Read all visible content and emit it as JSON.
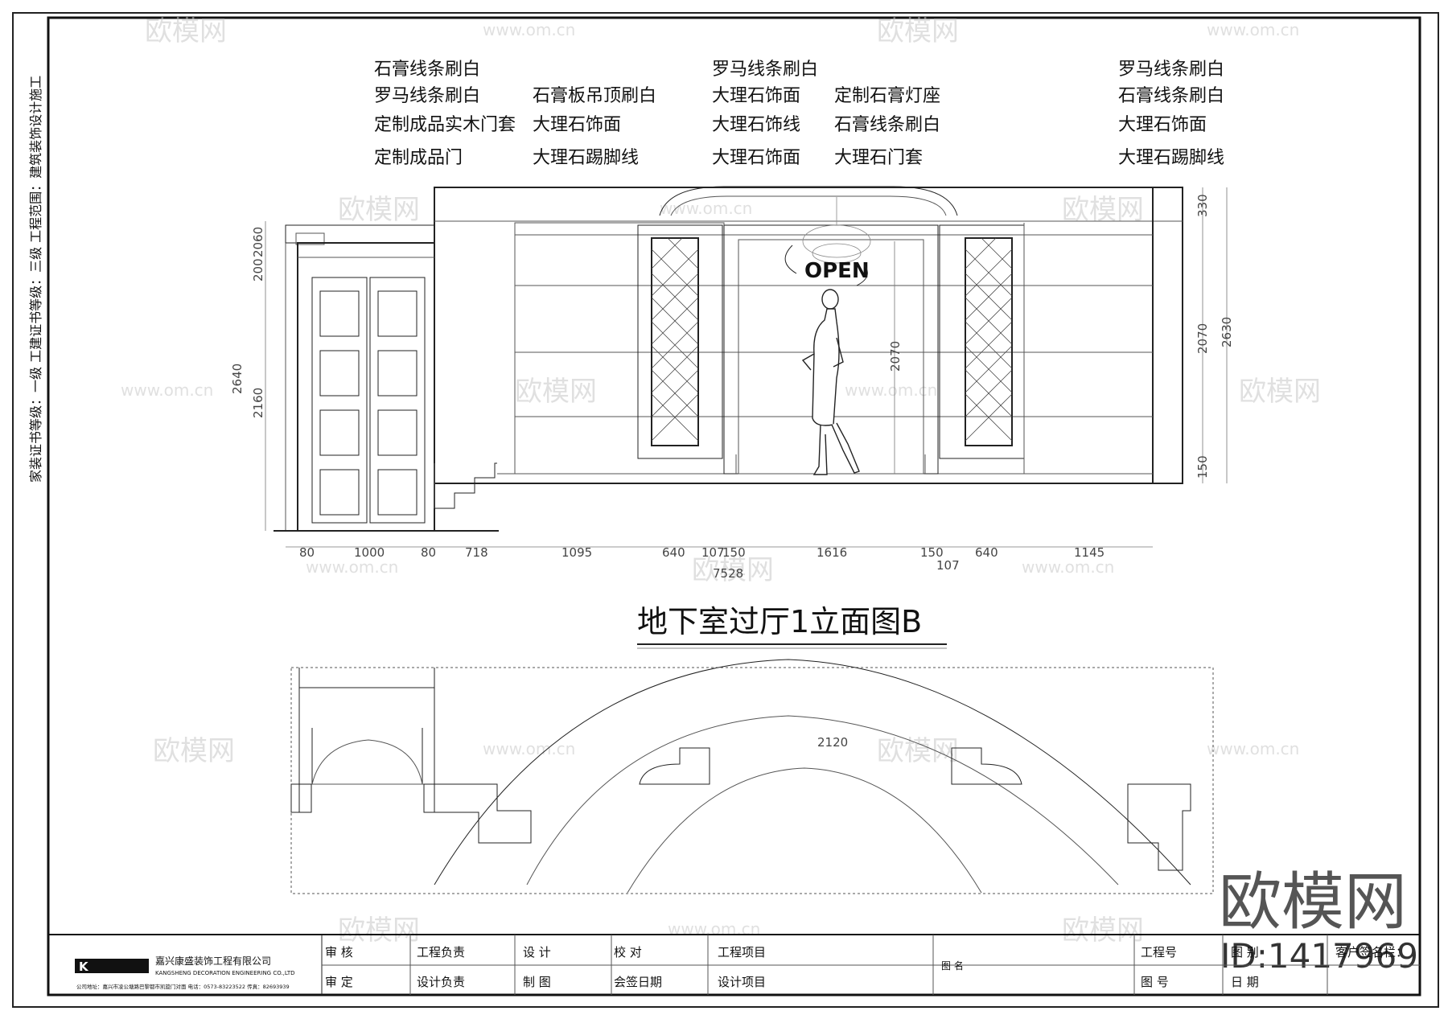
{
  "side_text": "家装证书等级：一级   工建证书等级：三级   工程范围：建筑装饰设计施工",
  "annotations": {
    "col1": [
      "石膏线条刷白",
      "罗马线条刷白",
      "定制成品实木门套",
      "定制成品门"
    ],
    "col2": [
      "石膏板吊顶刷白",
      "大理石饰面",
      "大理石踢脚线"
    ],
    "col3": [
      "罗马线条刷白",
      "大理石饰面",
      "大理石饰线",
      "大理石饰面"
    ],
    "col4": [
      "定制石膏灯座",
      "石膏线条刷白",
      "大理石门套"
    ],
    "col5": [
      "罗马线条刷白",
      "石膏线条刷白",
      "大理石饰面",
      "大理石踢脚线"
    ]
  },
  "sign_text": "OPEN",
  "dims": {
    "bottom": [
      "80",
      "1000",
      "80",
      "718",
      "1095",
      "640",
      "107",
      "150",
      "1616",
      "150",
      "640",
      "1145"
    ],
    "bottom_extra": [
      "107"
    ],
    "total": "7528",
    "left": [
      "2160",
      "200",
      "2060",
      "2640"
    ],
    "right": [
      "330",
      "2070",
      "2630",
      "150"
    ],
    "center": "2070",
    "plan": "2120"
  },
  "drawing_title": "地下室过厅1立面图B",
  "title_block": {
    "company": "嘉兴康盛装饰工程有限公司",
    "company_en": "KANGSHENG DECORATION ENGINEERING CO.,LTD",
    "company_addr": "公司地址：嘉兴市凌公塘路巴黎都市凯旋门对面   电话：0573-83223522  传真：82693939",
    "cells": [
      "审 核",
      "审 定",
      "工程负责",
      "设计负责",
      "设 计",
      "制 图",
      "校 对",
      "会签日期",
      "工程项目",
      "设计项目",
      "图 名",
      "工程号",
      "图 号",
      "图 别",
      "日 期",
      "客户签名栏："
    ]
  },
  "watermark": {
    "brand": "欧模网",
    "url": "www.om.cn",
    "id": "ID:1417969"
  }
}
